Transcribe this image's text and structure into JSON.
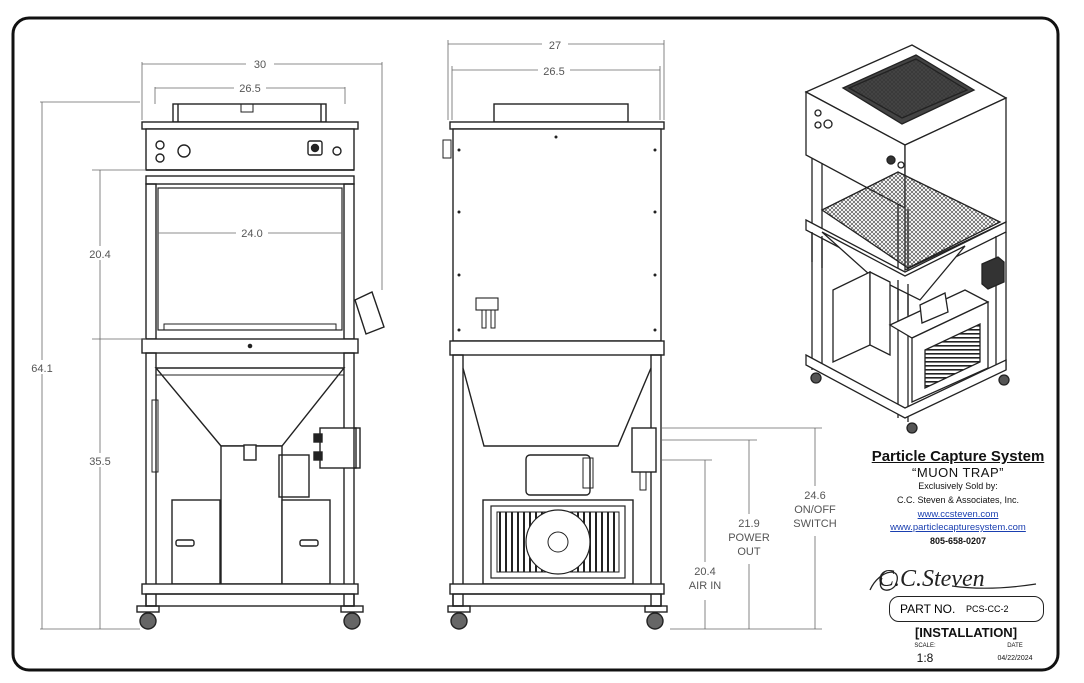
{
  "dimensions": {
    "front_outer_width": "30",
    "front_inner_width": "26.5",
    "front_chamber_width": "24.0",
    "overall_height": "64.1",
    "chamber_height": "20.4",
    "base_height": "35.5",
    "side_outer_depth": "27",
    "side_inner_depth": "26.5",
    "air_in_height": "20.4",
    "air_in_label": "AIR IN",
    "power_out_height": "21.9",
    "power_out_label_1": "POWER",
    "power_out_label_2": "OUT",
    "switch_height": "24.6",
    "switch_label_1": "ON/OFF",
    "switch_label_2": "SWITCH"
  },
  "title_block": {
    "title": "Particle Capture System",
    "subtitle": "“MUON TRAP”",
    "sold_by": "Exclusively Sold by:",
    "company": "C.C. Steven & Associates, Inc.",
    "website_1": "www.ccsteven.com",
    "website_2": "www.particlecapturesystem.com",
    "phone": "805-658-0207",
    "signature": "C.C.Steven",
    "part_label": "PART NO.",
    "part_number": "PCS-CC-2",
    "drawing_type": "[INSTALLATION]",
    "scale_label": "SCALE:",
    "scale_value": "1:8",
    "date_label": "DATE",
    "date_value": "04/22/2024"
  }
}
